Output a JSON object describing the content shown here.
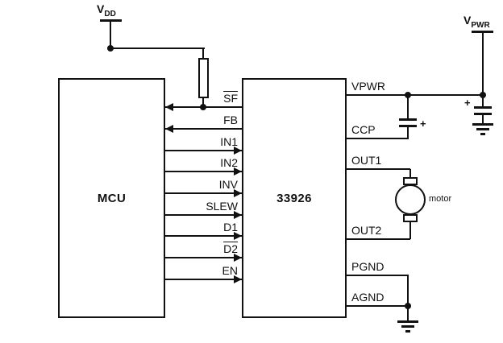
{
  "schematic": {
    "colors": {
      "line": "#111111",
      "background": "#ffffff"
    },
    "mcu": {
      "label": "MCU"
    },
    "driver": {
      "label": "33926"
    },
    "supplies": {
      "vdd": {
        "base": "V",
        "sub": "DD"
      },
      "vpwr": {
        "base": "V",
        "sub": "PWR"
      }
    },
    "signals": [
      {
        "label": "SF",
        "overline": true,
        "direction": "to-mcu"
      },
      {
        "label": "FB",
        "overline": false,
        "direction": "to-mcu"
      },
      {
        "label": "IN1",
        "overline": false,
        "direction": "to-driver"
      },
      {
        "label": "IN2",
        "overline": false,
        "direction": "to-driver"
      },
      {
        "label": "INV",
        "overline": false,
        "direction": "to-driver"
      },
      {
        "label": "SLEW",
        "overline": false,
        "direction": "to-driver"
      },
      {
        "label": "D1",
        "overline": false,
        "direction": "to-driver"
      },
      {
        "label": "D2",
        "overline": true,
        "direction": "to-driver"
      },
      {
        "label": "EN",
        "overline": false,
        "direction": "to-driver"
      }
    ],
    "driver_pins": [
      {
        "label": "VPWR"
      },
      {
        "label": "CCP"
      },
      {
        "label": "OUT1"
      },
      {
        "label": "OUT2"
      },
      {
        "label": "PGND"
      },
      {
        "label": "AGND"
      }
    ],
    "motor": {
      "label": "motor"
    },
    "capacitors": {
      "polarity_mark": "+"
    }
  }
}
